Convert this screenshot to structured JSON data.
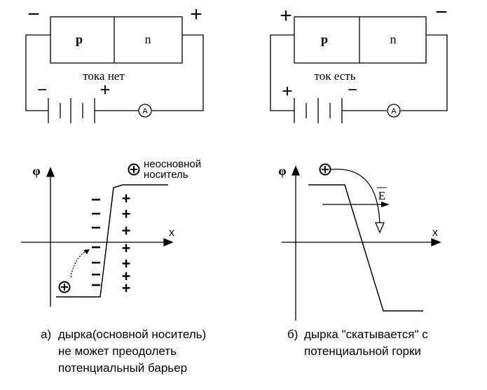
{
  "left_circuit": {
    "p_label": "p",
    "n_label": "n",
    "status": "тока нет",
    "ammeter": "A",
    "sign_top_left": "−",
    "sign_top_right": "+",
    "sign_battery_left": "−",
    "sign_battery_right": "+"
  },
  "right_circuit": {
    "p_label": "p",
    "n_label": "n",
    "status": "ток есть",
    "ammeter": "A",
    "sign_top_left": "+",
    "sign_top_right": "−",
    "sign_battery_left": "+",
    "sign_battery_right": "−"
  },
  "left_graph": {
    "y_axis": "φ",
    "x_axis": "x",
    "carrier_label_line1": "неосновной",
    "carrier_label_line2": "носитель",
    "charge_minus": "−",
    "charge_plus": "+"
  },
  "right_graph": {
    "y_axis": "φ",
    "x_axis": "x",
    "field_label": "E"
  },
  "captions": {
    "a_marker": "а)",
    "a_line1": "дырка(основной носитель)",
    "a_line2": "не может преодолеть",
    "a_line3": "потенциальный барьер",
    "b_marker": "б)",
    "b_line1": "дырка \"скатывается\" с",
    "b_line2": "потенциальной горки"
  }
}
